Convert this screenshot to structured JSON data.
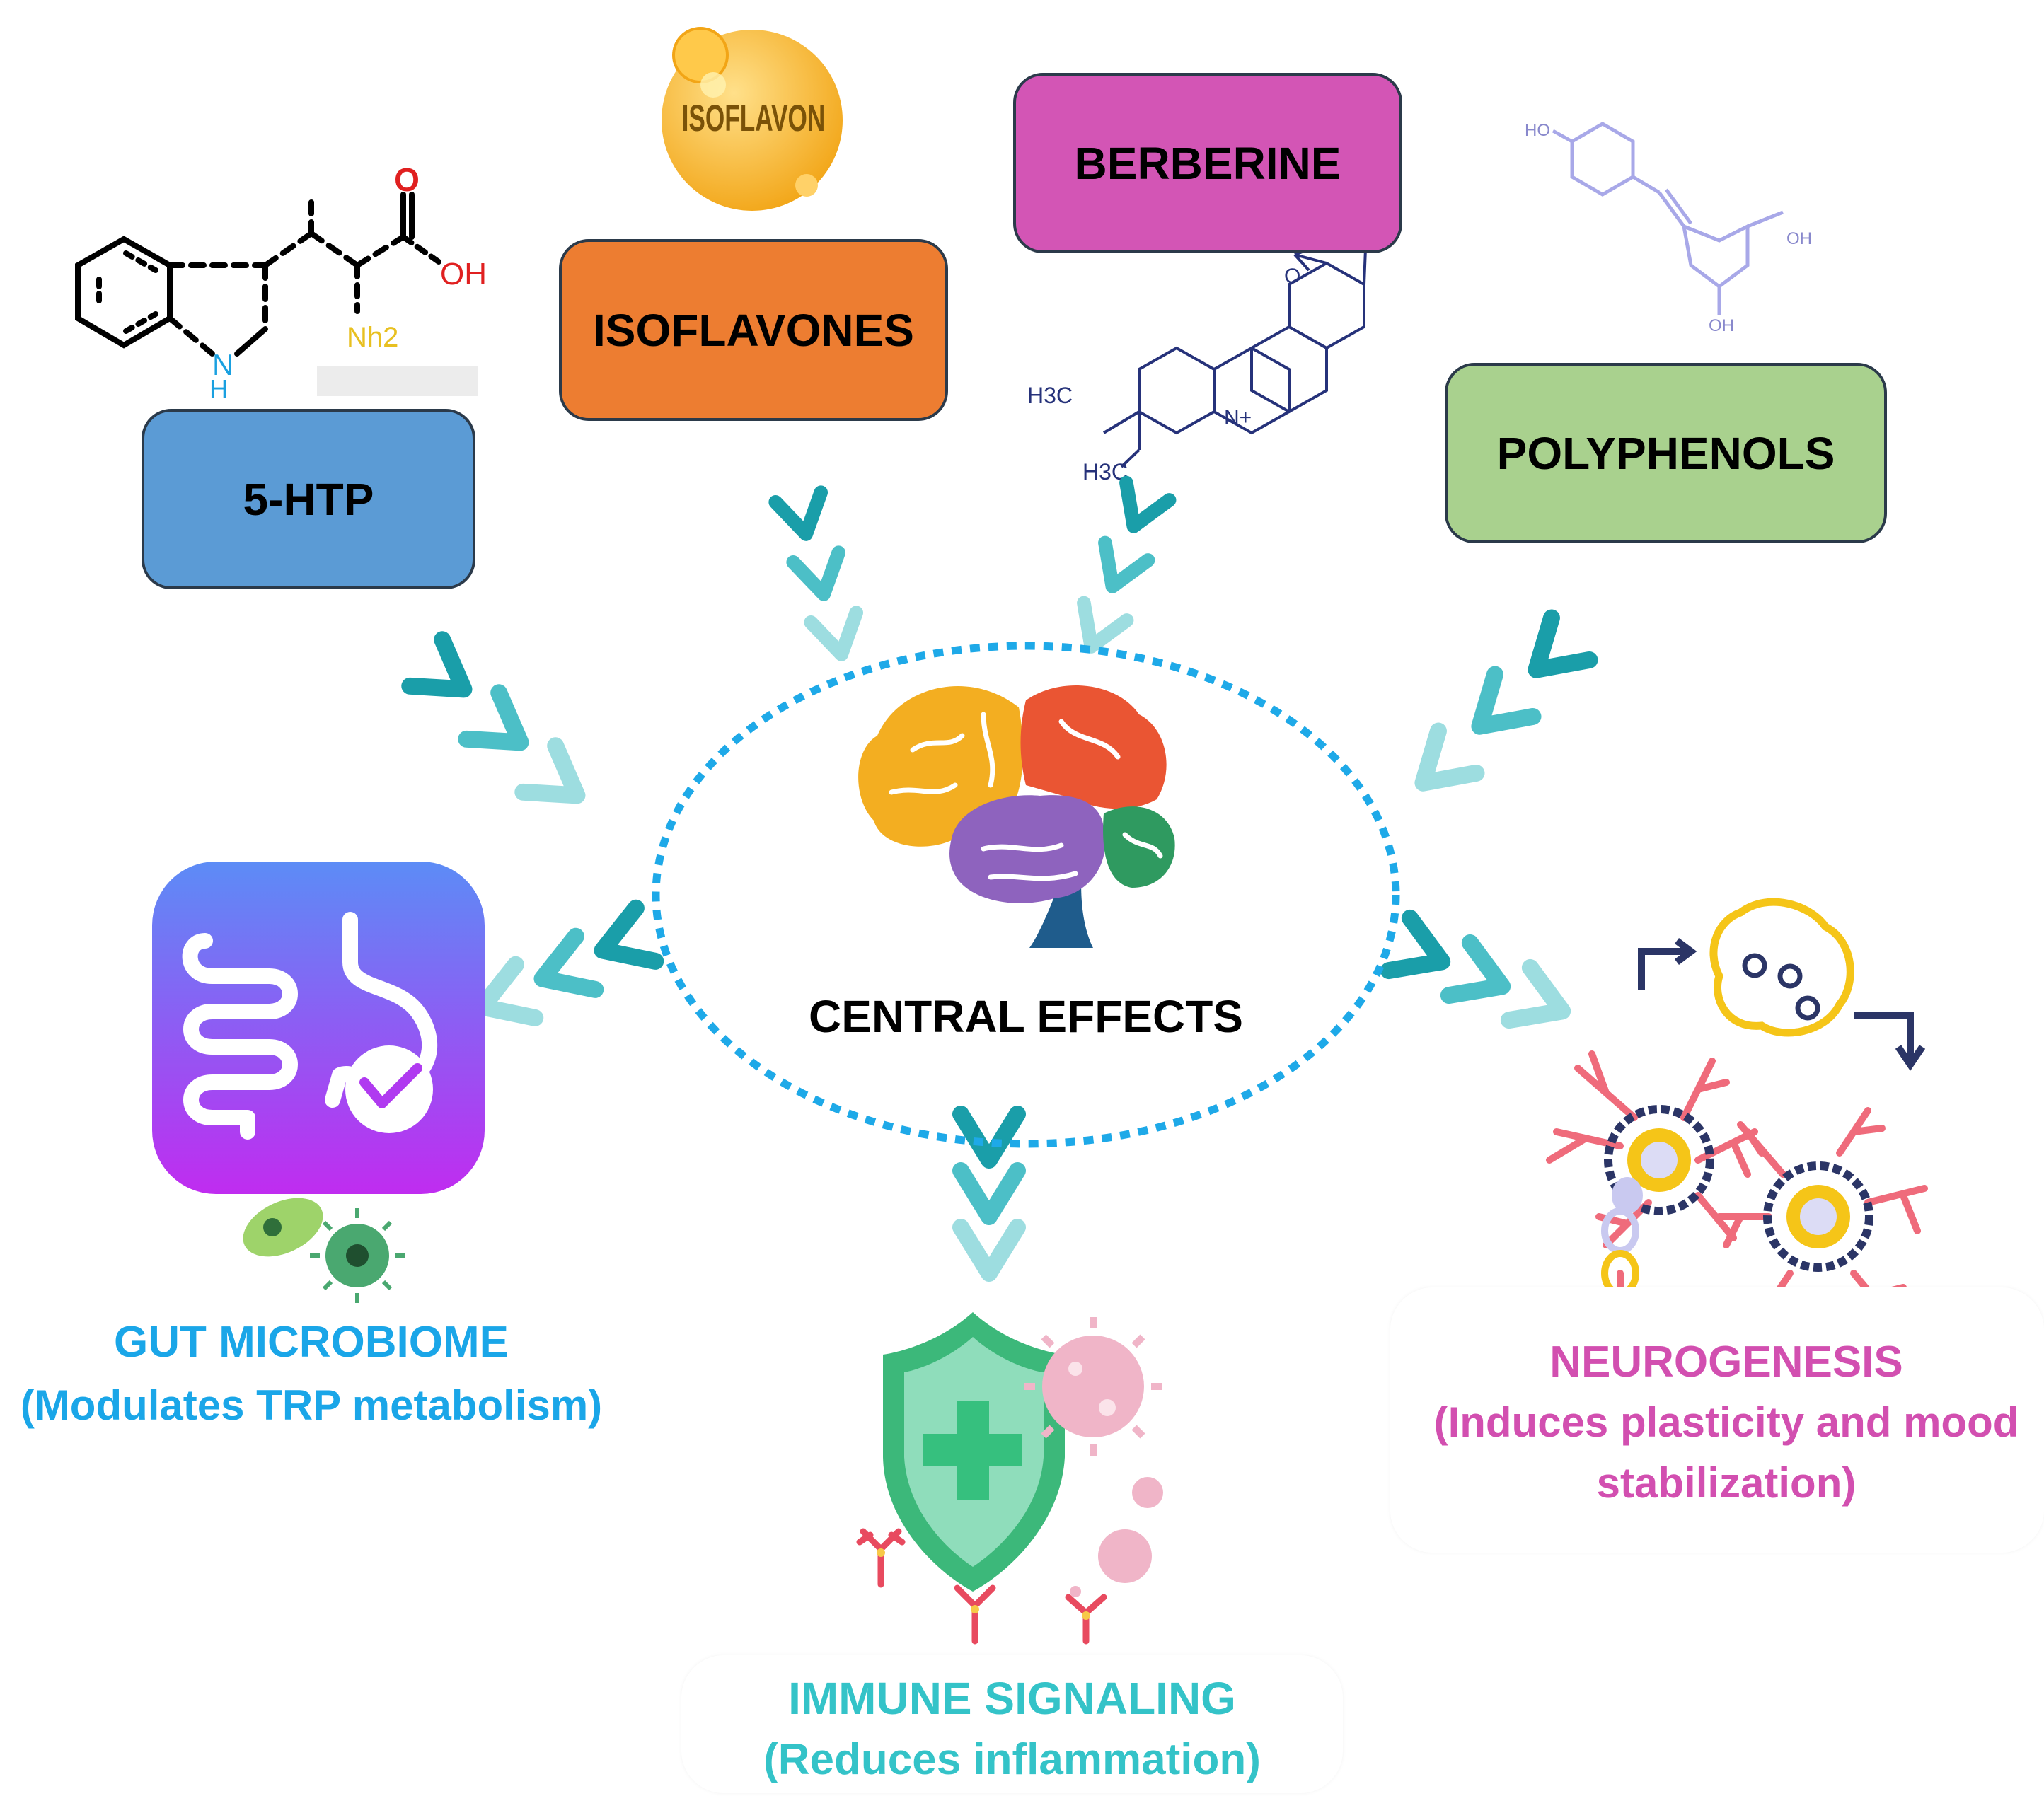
{
  "inputs": {
    "htp": "5-HTP",
    "isoflavones": "ISOFLAVONES",
    "isoflavon_logo": "ISOFLAVON",
    "berberine": "BERBERINE",
    "polyphenols": "POLYPHENOLS"
  },
  "center": {
    "label": "CENTRAL EFFECTS"
  },
  "outcomes": {
    "gut": {
      "title": "GUT MICROBIOME",
      "sub": "(Modulates TRP metabolism)"
    },
    "immune": {
      "title": "IMMUNE SIGNALING",
      "sub": "(Reduces inflammation)"
    },
    "neuro": {
      "title": "NEUROGENESIS",
      "sub1": "(Induces plasticity and mood",
      "sub2": "stabilization)"
    }
  },
  "chem": {
    "htp_oh": "OH",
    "htp_o": "O",
    "htp_nh2": "Nh2",
    "htp_n": "N",
    "htp_h": "H",
    "ber_h3c1": "H3C",
    "ber_h3c2": "H3C",
    "ber_o": "O",
    "ber_n": "N+",
    "poly_ho": "HO",
    "poly_oh1": "OH",
    "poly_oh2": "OH"
  },
  "colors": {
    "htp": "#5b9bd5",
    "isoflavones": "#ed7d31",
    "berberine": "#d355b5",
    "polyphenols": "#a9d18e",
    "teal": "#1fb3c6",
    "gut": "#1aa6e8",
    "immune": "#34c3c8",
    "neuro": "#d24fb0"
  }
}
